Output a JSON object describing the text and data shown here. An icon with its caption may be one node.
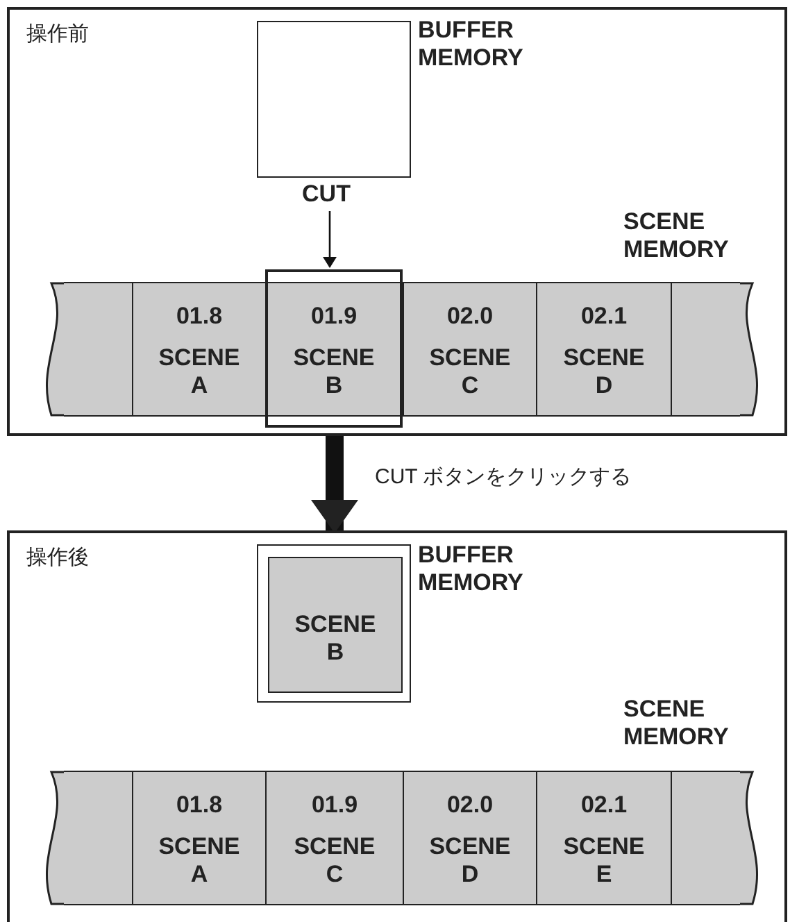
{
  "diagram": {
    "nodes": [
      {
        "text": [
          "操作前"
        ]
      },
      {
        "text": [],
        "shape": "box",
        "in": 0,
        "beside": [
          "BUFFER MEMORY"
        ]
      },
      {
        "text": [],
        "shape": "band",
        "in": 0,
        "beside": [
          "SCENE MEMORY"
        ]
      },
      {
        "text": [],
        "shape": "box",
        "in": 2
      },
      {
        "text": [
          "01.8",
          "SCENE A"
        ],
        "in": 2
      },
      {
        "text": [
          "01.9",
          "SCENE B"
        ],
        "in": 2
      },
      {
        "text": [
          "02.0",
          "SCENE C"
        ],
        "in": 2
      },
      {
        "text": [
          "02.1",
          "SCENE D"
        ],
        "in": 2
      },
      {
        "text": [],
        "shape": "box",
        "in": 2
      },
      {
        "text": [
          "CUT"
        ],
        "in": 0
      },
      {
        "text": [
          "操作後"
        ]
      },
      {
        "text": [],
        "shape": "box",
        "in": 10,
        "beside": [
          "BUFFER MEMORY"
        ]
      },
      {
        "text": [
          "SCENE B"
        ],
        "in": 11
      },
      {
        "text": [],
        "shape": "band",
        "in": 10,
        "beside": [
          "SCENE MEMORY"
        ]
      },
      {
        "text": [],
        "shape": "box",
        "in": 13
      },
      {
        "text": [
          "01.8",
          "SCENE A"
        ],
        "in": 13
      },
      {
        "text": [
          "01.9",
          "SCENE C"
        ],
        "in": 13
      },
      {
        "text": [
          "02.0",
          "SCENE D"
        ],
        "in": 13
      },
      {
        "text": [
          "02.1",
          "SCENE E"
        ],
        "in": 13
      },
      {
        "text": [],
        "shape": "box",
        "in": 13
      }
    ],
    "edges": [
      {
        "from": 9,
        "to": 5,
        "arrow": "to"
      },
      {
        "from": 0,
        "to": 10,
        "arrow": "to",
        "label": "CUT ボタンをクリックする",
        "style": "thick"
      }
    ]
  }
}
